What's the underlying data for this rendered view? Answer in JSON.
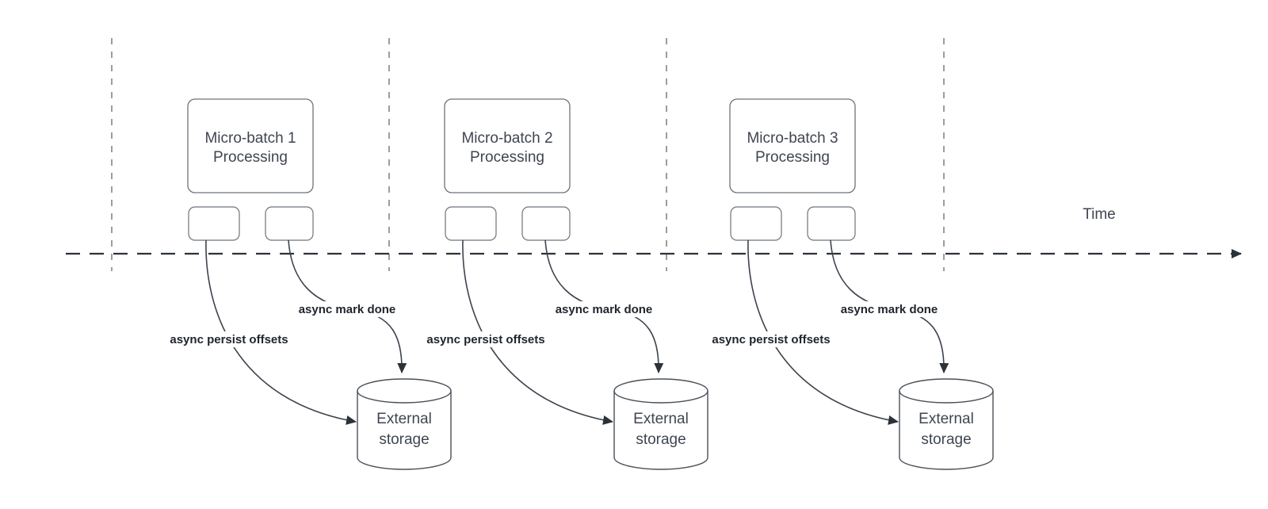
{
  "timeline": {
    "label": "Time"
  },
  "batches": [
    {
      "title_line1": "Micro-batch 1",
      "title_line2": "Processing",
      "persist_label": "async persist offsets",
      "done_label": "async mark done",
      "storage_line1": "External",
      "storage_line2": "storage"
    },
    {
      "title_line1": "Micro-batch 2",
      "title_line2": "Processing",
      "persist_label": "async persist offsets",
      "done_label": "async mark done",
      "storage_line1": "External",
      "storage_line2": "storage"
    },
    {
      "title_line1": "Micro-batch 3",
      "title_line2": "Processing",
      "persist_label": "async persist offsets",
      "done_label": "async mark done",
      "storage_line1": "External",
      "storage_line2": "storage"
    }
  ],
  "colors": {
    "background": "#ffffff",
    "curve_stroke": "#3d434d",
    "timeline_stroke": "#2c323a",
    "box_border": "#6e737a",
    "cylinder_border": "#4a5058",
    "dashed_guide": "#9d9d9d",
    "label_text": "#20262e",
    "node_text": "#3f4650"
  }
}
